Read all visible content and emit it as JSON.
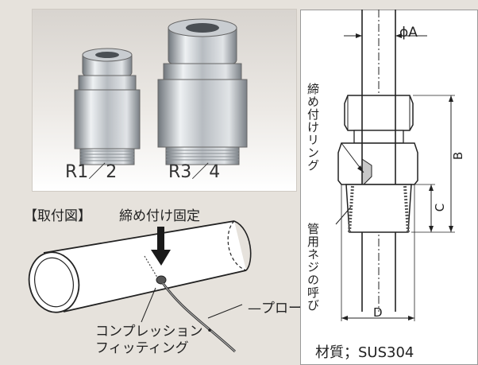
{
  "photo": {
    "left_label": "R1／2",
    "right_label": "R3／4"
  },
  "installation": {
    "title": "【取付図】",
    "tighten_label": "締め付け固定",
    "probe_label": "—プローブ",
    "compression_line1": "コンプレッション・",
    "compression_line2": "フィッティング"
  },
  "drawing": {
    "dim_a": "ϕA",
    "dim_b": "B",
    "dim_c": "C",
    "dim_d": "D",
    "ring_label": "締め付けリング",
    "thread_label": "管用ネジの呼び",
    "material": "材質；SUS304"
  },
  "colors": {
    "background": "#e6e2dc",
    "steel_light": "#e9ecef",
    "steel_dark": "#7c8288",
    "line": "#222222",
    "arrow": "#1a1a1a"
  }
}
